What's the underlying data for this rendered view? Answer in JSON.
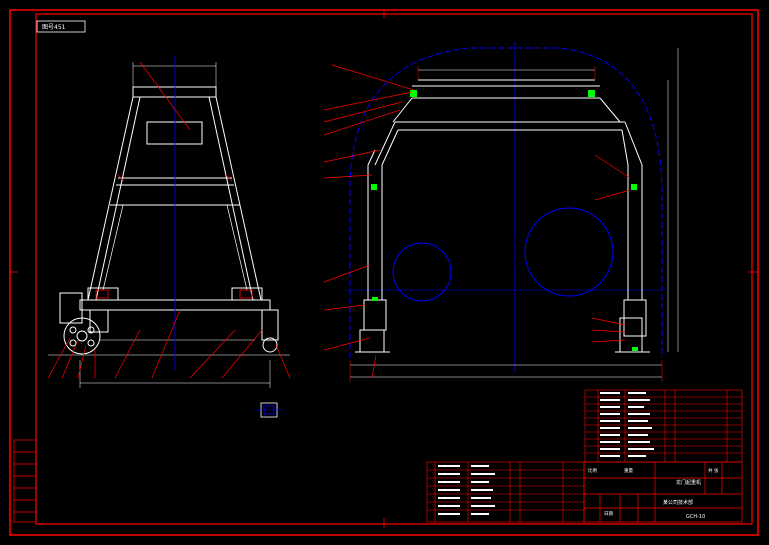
{
  "drawing": {
    "title_tag": "图号451",
    "title_block": {
      "company_text": "某公司技术部",
      "drawing_name": "龙门起重机",
      "drawing_number": "GCH-10",
      "scale_label": "比例",
      "sheet_label": "共 张",
      "material_label": "重量",
      "date_label": "日期"
    },
    "colors": {
      "frame": "#ff0000",
      "structure": "#ffffff",
      "centerline": "#0000ff",
      "dimension": "#ffffff",
      "leader": "#ff0000",
      "accent": "#00ff00"
    }
  }
}
